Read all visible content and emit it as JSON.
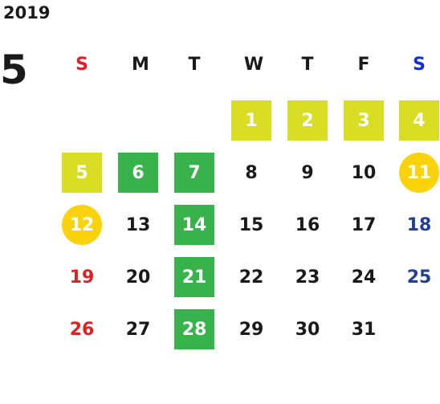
{
  "calendar": {
    "year": "2019",
    "month": "5",
    "weekdays": [
      "S",
      "M",
      "T",
      "W",
      "T",
      "F",
      "S"
    ],
    "colors": {
      "sunday": "#e02020",
      "saturday_header": "#1030d0",
      "saturday": "#1f3f9a",
      "holiday_lime": "#d9dd24",
      "holiday_green": "#38b24a",
      "highlight_circle": "#fbd30d"
    },
    "days": [
      {
        "n": "1",
        "col": 3,
        "row": 0,
        "style": "sq-lime"
      },
      {
        "n": "2",
        "col": 4,
        "row": 0,
        "style": "sq-lime"
      },
      {
        "n": "3",
        "col": 5,
        "row": 0,
        "style": "sq-lime"
      },
      {
        "n": "4",
        "col": 6,
        "row": 0,
        "style": "sq-lime"
      },
      {
        "n": "5",
        "col": 0,
        "row": 1,
        "style": "sq-lime"
      },
      {
        "n": "6",
        "col": 1,
        "row": 1,
        "style": "sq-green"
      },
      {
        "n": "7",
        "col": 2,
        "row": 1,
        "style": "sq-green"
      },
      {
        "n": "8",
        "col": 3,
        "row": 1,
        "style": "plain"
      },
      {
        "n": "9",
        "col": 4,
        "row": 1,
        "style": "plain"
      },
      {
        "n": "10",
        "col": 5,
        "row": 1,
        "style": "plain"
      },
      {
        "n": "11",
        "col": 6,
        "row": 1,
        "style": "circle"
      },
      {
        "n": "12",
        "col": 0,
        "row": 2,
        "style": "circle"
      },
      {
        "n": "13",
        "col": 1,
        "row": 2,
        "style": "plain"
      },
      {
        "n": "14",
        "col": 2,
        "row": 2,
        "style": "sq-green"
      },
      {
        "n": "15",
        "col": 3,
        "row": 2,
        "style": "plain"
      },
      {
        "n": "16",
        "col": 4,
        "row": 2,
        "style": "plain"
      },
      {
        "n": "17",
        "col": 5,
        "row": 2,
        "style": "plain"
      },
      {
        "n": "18",
        "col": 6,
        "row": 2,
        "style": "plain"
      },
      {
        "n": "19",
        "col": 0,
        "row": 3,
        "style": "plain"
      },
      {
        "n": "20",
        "col": 1,
        "row": 3,
        "style": "plain"
      },
      {
        "n": "21",
        "col": 2,
        "row": 3,
        "style": "sq-green"
      },
      {
        "n": "22",
        "col": 3,
        "row": 3,
        "style": "plain"
      },
      {
        "n": "23",
        "col": 4,
        "row": 3,
        "style": "plain"
      },
      {
        "n": "24",
        "col": 5,
        "row": 3,
        "style": "plain"
      },
      {
        "n": "25",
        "col": 6,
        "row": 3,
        "style": "plain"
      },
      {
        "n": "26",
        "col": 0,
        "row": 4,
        "style": "plain"
      },
      {
        "n": "27",
        "col": 1,
        "row": 4,
        "style": "plain"
      },
      {
        "n": "28",
        "col": 2,
        "row": 4,
        "style": "sq-green"
      },
      {
        "n": "29",
        "col": 3,
        "row": 4,
        "style": "plain"
      },
      {
        "n": "30",
        "col": 4,
        "row": 4,
        "style": "plain"
      },
      {
        "n": "31",
        "col": 5,
        "row": 4,
        "style": "plain"
      }
    ]
  }
}
